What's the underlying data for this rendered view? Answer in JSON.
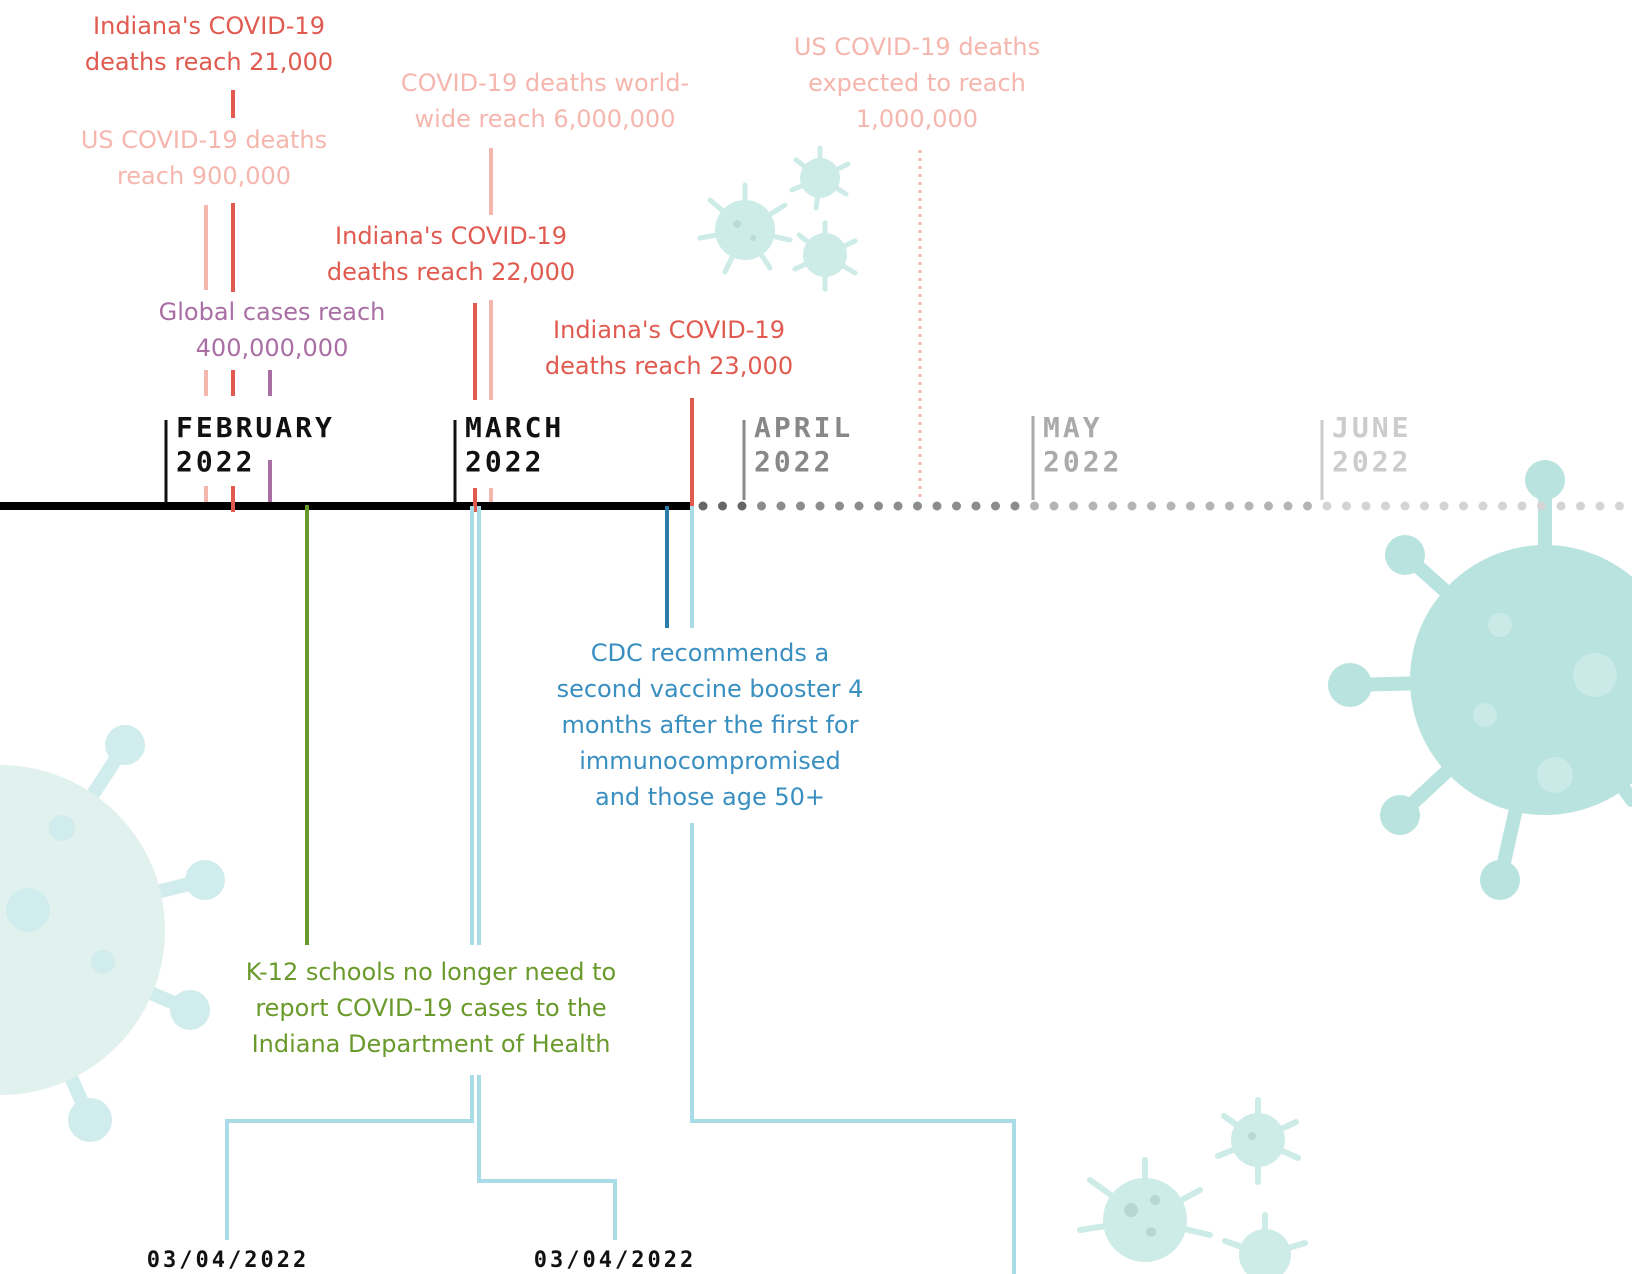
{
  "colors": {
    "indiana": "#e05a50",
    "us": "#f5b6ae",
    "world": "#f5b6ae",
    "global_cases": "#a96ea4",
    "cdc": "#3a8fc1",
    "schools": "#6a9a2c",
    "connector": "#a9dce6",
    "virus": "#a8dcd7"
  },
  "timeline": {
    "months": [
      {
        "name": "FEBRUARY",
        "year": "2022",
        "color": "#111111"
      },
      {
        "name": "MARCH",
        "year": "2022",
        "color": "#111111"
      },
      {
        "name": "APRIL",
        "year": "2022",
        "color": "#888888"
      },
      {
        "name": "MAY",
        "year": "2022",
        "color": "#aaaaaa"
      },
      {
        "name": "JUNE",
        "year": "2022",
        "color": "#cccccc"
      }
    ]
  },
  "events": {
    "indiana_21000": {
      "line1": "Indiana's COVID-19",
      "line2": "deaths reach 21,000"
    },
    "us_900000": {
      "line1": "US COVID-19 deaths",
      "line2": "reach 900,000"
    },
    "global_400m": {
      "line1": "Global cases reach",
      "line2": "400,000,000"
    },
    "world_6m": {
      "line1": "COVID-19 deaths world-",
      "line2": "wide reach 6,000,000"
    },
    "indiana_22000": {
      "line1": "Indiana's COVID-19",
      "line2": "deaths reach 22,000"
    },
    "us_1m": {
      "line1": "US COVID-19 deaths",
      "line2": "expected to reach",
      "line3": "1,000,000"
    },
    "indiana_23000": {
      "line1": "Indiana's COVID-19",
      "line2": "deaths reach 23,000"
    },
    "cdc_booster": {
      "line1": "CDC recommends a",
      "line2": "second vaccine booster 4",
      "line3": "months after the first for",
      "line4": "immunocompromised",
      "line5": "and  those age 50+"
    },
    "k12_schools": {
      "line1": "K-12 schools no longer need to",
      "line2": "report COVID-19 cases to the",
      "line3": "Indiana Department of Health"
    }
  },
  "dates": {
    "left": "03/04/2022",
    "right": "03/04/2022"
  }
}
